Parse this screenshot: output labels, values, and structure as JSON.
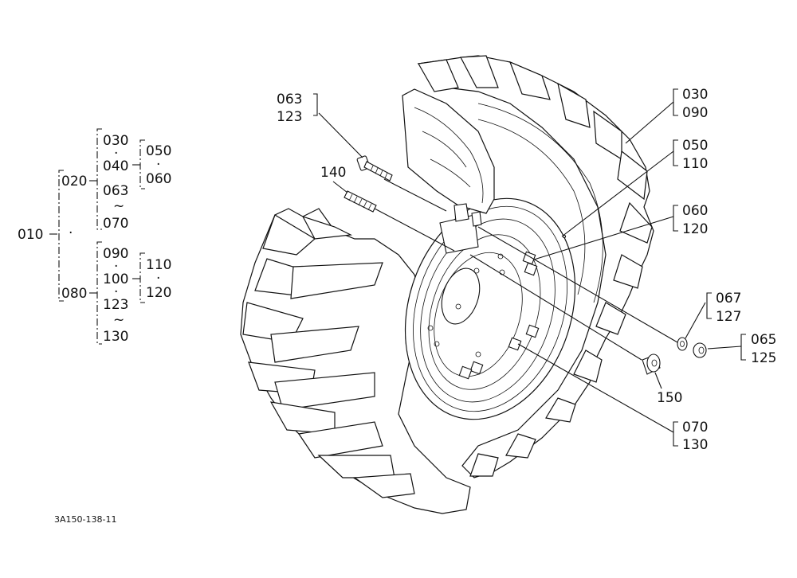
{
  "callouts": [
    {
      "id": "063-123",
      "lines": [
        "063",
        "123"
      ]
    },
    {
      "id": "140",
      "lines": [
        "140"
      ]
    },
    {
      "id": "030-090",
      "lines": [
        "030",
        "090"
      ]
    },
    {
      "id": "050-110",
      "lines": [
        "050",
        "110"
      ]
    },
    {
      "id": "060-120",
      "lines": [
        "060",
        "120"
      ]
    },
    {
      "id": "067-127",
      "lines": [
        "067",
        "127"
      ]
    },
    {
      "id": "065-125",
      "lines": [
        "065",
        "125"
      ]
    },
    {
      "id": "150",
      "lines": [
        "150"
      ]
    },
    {
      "id": "070-130",
      "lines": [
        "070",
        "130"
      ]
    }
  ],
  "tree": {
    "root": "010",
    "branch_a": "020",
    "branch_b": "080",
    "a_items": [
      "030",
      "·",
      "040",
      "063",
      "~",
      "070"
    ],
    "a_sub": [
      "050",
      "·",
      "060"
    ],
    "b_items": [
      "090",
      "·",
      "100",
      "·",
      "123",
      "~",
      "130"
    ],
    "b_sub": [
      "110",
      "·",
      "120"
    ],
    "dot": "·"
  },
  "drawing_code": "3A150-138-11"
}
